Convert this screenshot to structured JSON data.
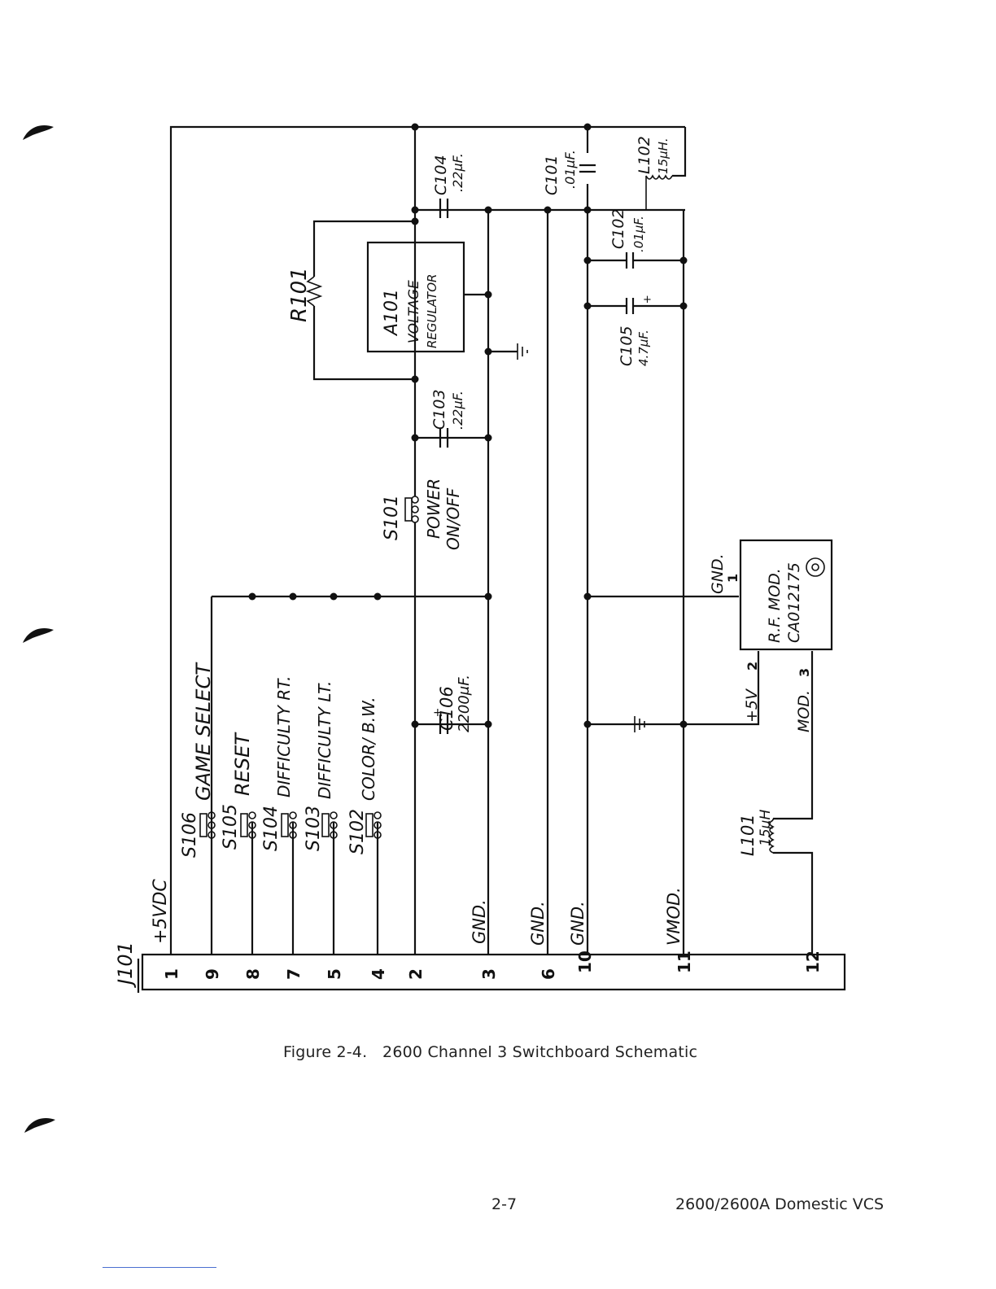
{
  "caption": {
    "figure": "Figure 2-4.",
    "title": "2600 Channel 3 Switchboard Schematic"
  },
  "footer": {
    "page_number": "2-7",
    "document_title": "2600/2600A Domestic VCS"
  },
  "connector": {
    "name": "J101",
    "pins": [
      "1",
      "9",
      "8",
      "7",
      "5",
      "4",
      "2",
      "3",
      "6",
      "10",
      "11",
      "12"
    ],
    "net_labels": [
      "+5VDC",
      "GND.",
      "GND.",
      "GND.",
      "VMOD."
    ]
  },
  "switches": [
    {
      "ref": "S106",
      "label": "GAME SELECT"
    },
    {
      "ref": "S105",
      "label": "RESET"
    },
    {
      "ref": "S104",
      "label": "DIFFICULTY RT."
    },
    {
      "ref": "S103",
      "label": "DIFFICULTY LT."
    },
    {
      "ref": "S102",
      "label": "COLOR/ B.W."
    },
    {
      "ref": "S101",
      "label_top": "POWER",
      "label_bottom": "ON/OFF"
    }
  ],
  "components": {
    "r101": {
      "ref": "R101"
    },
    "a101": {
      "ref": "A101",
      "line1": "VOLTAGE",
      "line2": "REGULATOR"
    },
    "c103": {
      "ref": "C103",
      "value": ".22μF."
    },
    "c104": {
      "ref": "C104",
      "value": ".22μF."
    },
    "c101": {
      "ref": "C101",
      "value": ".01μF."
    },
    "c102": {
      "ref": "C102",
      "value": ".01μF."
    },
    "c105": {
      "ref": "C105",
      "value": "4.7μF.",
      "polarity": "+"
    },
    "c106": {
      "ref": "C106",
      "value": "2200μF.",
      "polarity": "+"
    },
    "l101": {
      "ref": "L101",
      "value": "15μH"
    },
    "l102": {
      "ref": "L102",
      "value": "15μH."
    },
    "rfmod": {
      "line1": "R.F. MOD.",
      "line2": "CA012175",
      "pin_gnd": "GND.",
      "pin_gnd_num": "1",
      "pin_5v": "+5V",
      "pin_5v_num": "2",
      "pin_mod": "MOD.",
      "pin_mod_num": "3"
    }
  }
}
